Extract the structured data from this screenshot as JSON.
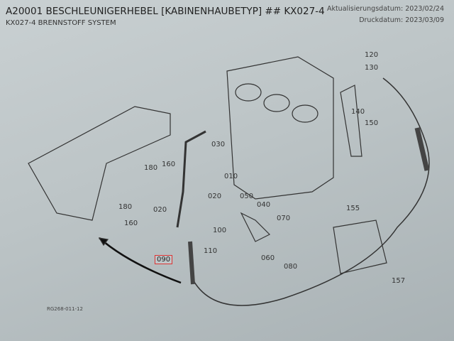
{
  "header": {
    "title": "A20001 BESCHLEUNIGERHEBEL [KABINENHAUBETYP] ## KX027-4",
    "subtitle": "KX027-4 BRENNSTOFF SYSTEM",
    "update_date": "Aktualisierungsdatum: 2023/02/24",
    "print_date": "Druckdatum: 2023/03/09"
  },
  "parts": [
    {
      "id": "120",
      "label": "120"
    },
    {
      "id": "130",
      "label": "130"
    },
    {
      "id": "140",
      "label": "140"
    },
    {
      "id": "150",
      "label": "150"
    },
    {
      "id": "030",
      "label": "030"
    },
    {
      "id": "010",
      "label": "010"
    },
    {
      "id": "180a",
      "label": "180"
    },
    {
      "id": "160a",
      "label": "160"
    },
    {
      "id": "020a",
      "label": "020"
    },
    {
      "id": "020b",
      "label": "020"
    },
    {
      "id": "050",
      "label": "050"
    },
    {
      "id": "040",
      "label": "040"
    },
    {
      "id": "070",
      "label": "070"
    },
    {
      "id": "180b",
      "label": "180"
    },
    {
      "id": "160b",
      "label": "160"
    },
    {
      "id": "100",
      "label": "100"
    },
    {
      "id": "110",
      "label": "110"
    },
    {
      "id": "090",
      "label": "090"
    },
    {
      "id": "060",
      "label": "060"
    },
    {
      "id": "080",
      "label": "080"
    },
    {
      "id": "155",
      "label": "155"
    },
    {
      "id": "157",
      "label": "157"
    }
  ],
  "highlight_color": "#dd3333",
  "drawing_ref": "RG268-011-12"
}
